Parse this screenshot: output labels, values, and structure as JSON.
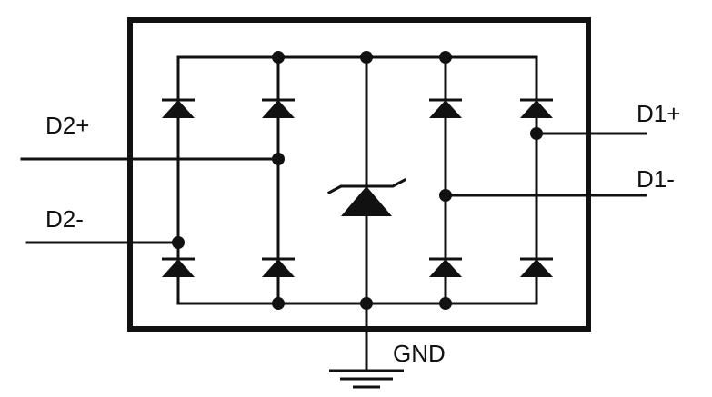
{
  "labels": {
    "d2_plus": "D2+",
    "d2_minus": "D2-",
    "d1_plus": "D1+",
    "d1_minus": "D1-",
    "gnd": "GND"
  },
  "colors": {
    "line": "#111111",
    "background": "#ffffff"
  }
}
